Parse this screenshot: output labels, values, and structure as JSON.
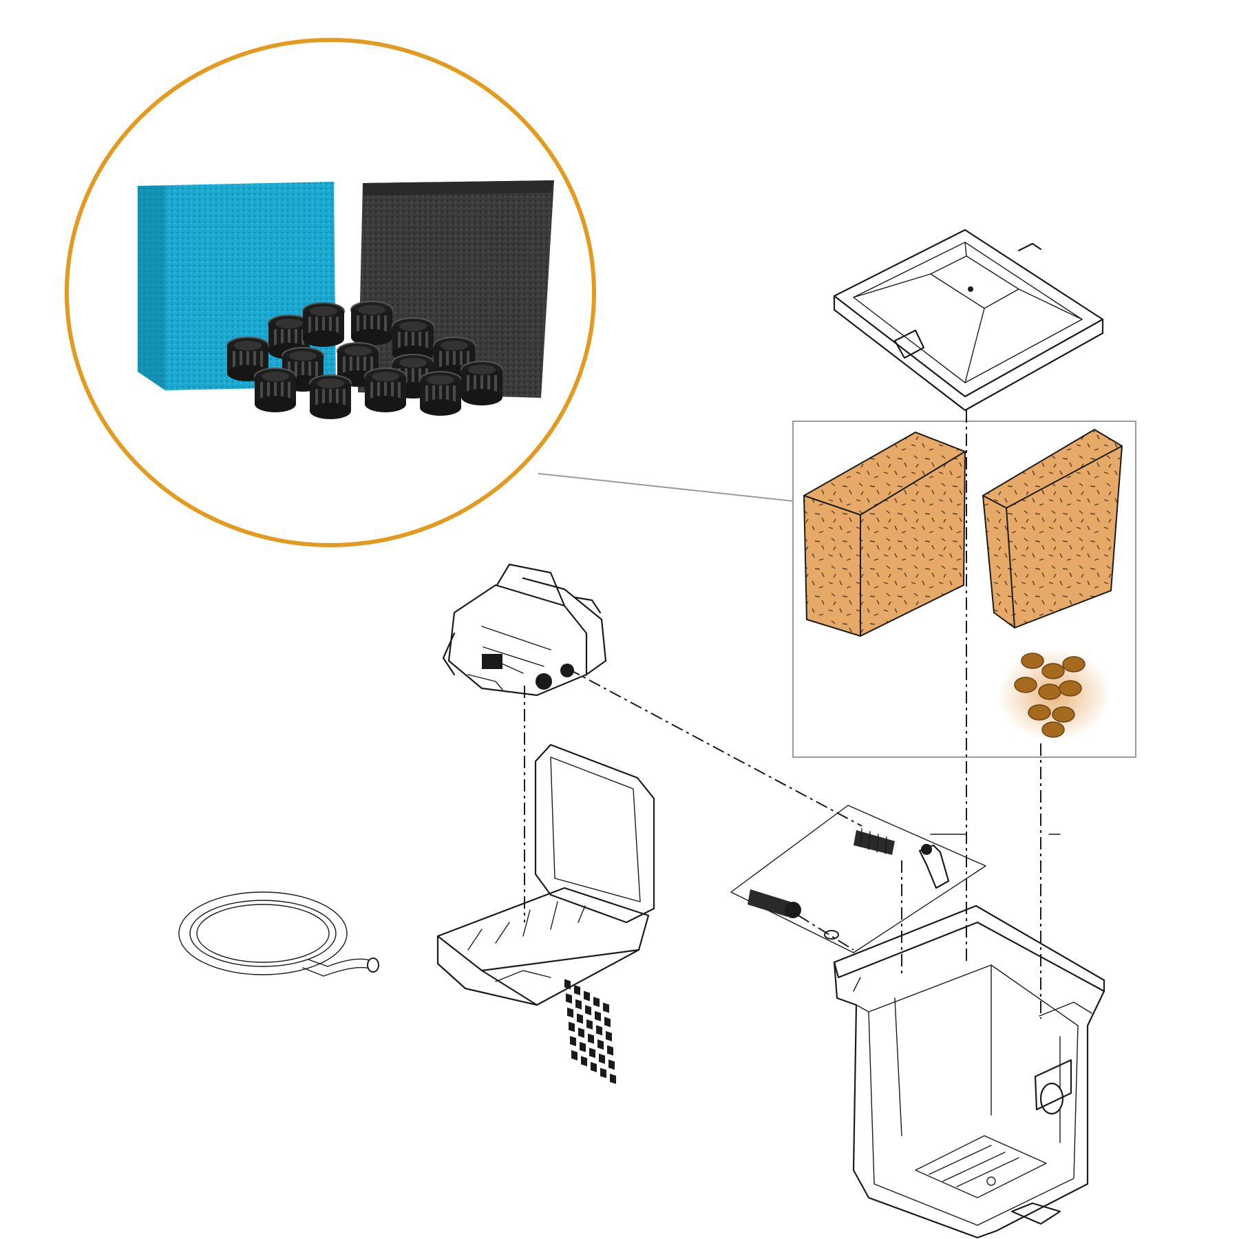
{
  "colors": {
    "accent_ring": "#E39A1F",
    "sponge_blue": "#1AA8D0",
    "sponge_black": "#3B3B3B",
    "sponge_tan": "#E6A968",
    "bio_media_brown": "#A66A1E",
    "line": "#1a1a1a",
    "box_outline": "#9a9a9a"
  },
  "parts": [
    {
      "id": "blue-sponge",
      "kind": "filter-foam"
    },
    {
      "id": "black-sponge",
      "kind": "filter-foam"
    },
    {
      "id": "bio-rings",
      "kind": "bio-media"
    },
    {
      "id": "lid",
      "kind": "housing-cover"
    },
    {
      "id": "pump",
      "kind": "pump-motor"
    },
    {
      "id": "uv-housing",
      "kind": "open-housing"
    },
    {
      "id": "hose-fittings",
      "kind": "connectors"
    },
    {
      "id": "filter-tank",
      "kind": "tank"
    },
    {
      "id": "hose-coil",
      "kind": "tubing"
    }
  ]
}
